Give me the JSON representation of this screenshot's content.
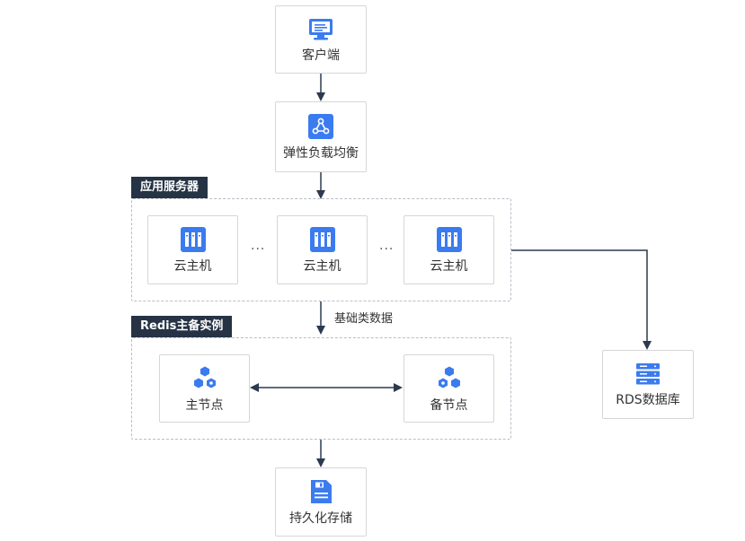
{
  "nodes": {
    "client": {
      "label": "客户端",
      "icon": "monitor-icon"
    },
    "slb": {
      "label": "弹性负载均衡",
      "icon": "load-balancer-icon"
    },
    "ecs1": {
      "label": "云主机",
      "icon": "server-icon"
    },
    "ecs2": {
      "label": "云主机",
      "icon": "server-icon"
    },
    "ecs3": {
      "label": "云主机",
      "icon": "server-icon"
    },
    "master": {
      "label": "主节点",
      "icon": "hexagon-cluster-icon"
    },
    "slave": {
      "label": "备节点",
      "icon": "hexagon-cluster-icon"
    },
    "rds": {
      "label": "RDS数据库",
      "icon": "database-icon"
    },
    "storage": {
      "label": "持久化存储",
      "icon": "save-disk-icon"
    }
  },
  "groups": {
    "app_servers": {
      "title": "应用服务器",
      "ellipsis": "..."
    },
    "redis": {
      "title": "Redis主备实例"
    }
  },
  "edges": {
    "app_to_redis_label": "基础类数据"
  },
  "colors": {
    "icon_blue": "#3b7bf0",
    "title_bg": "#263345",
    "line": "#2b3a4e",
    "border": "#d6d6d6"
  }
}
